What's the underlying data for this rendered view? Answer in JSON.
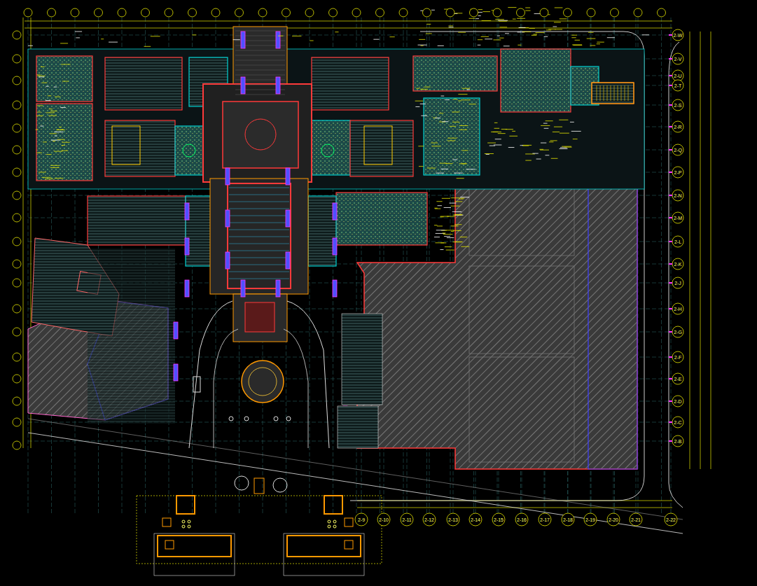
{
  "diagram": {
    "labels": [
      "2-W",
      "2-V",
      "2-U",
      "2-T",
      "2-S",
      "2-R",
      "2-Q",
      "2-P",
      "2-N",
      "2-M",
      "2-L",
      "2-K",
      "2-J",
      "2-H",
      "2-G",
      "2-F",
      "2-E",
      "2-D",
      "2-C",
      "2-B",
      "2-9",
      "2-10",
      "2-11",
      "2-12",
      "2-13",
      "2-14",
      "2-15",
      "2-16",
      "2-17",
      "2-18",
      "2-19",
      "2-20",
      "2-21",
      "2-22"
    ]
  }
}
